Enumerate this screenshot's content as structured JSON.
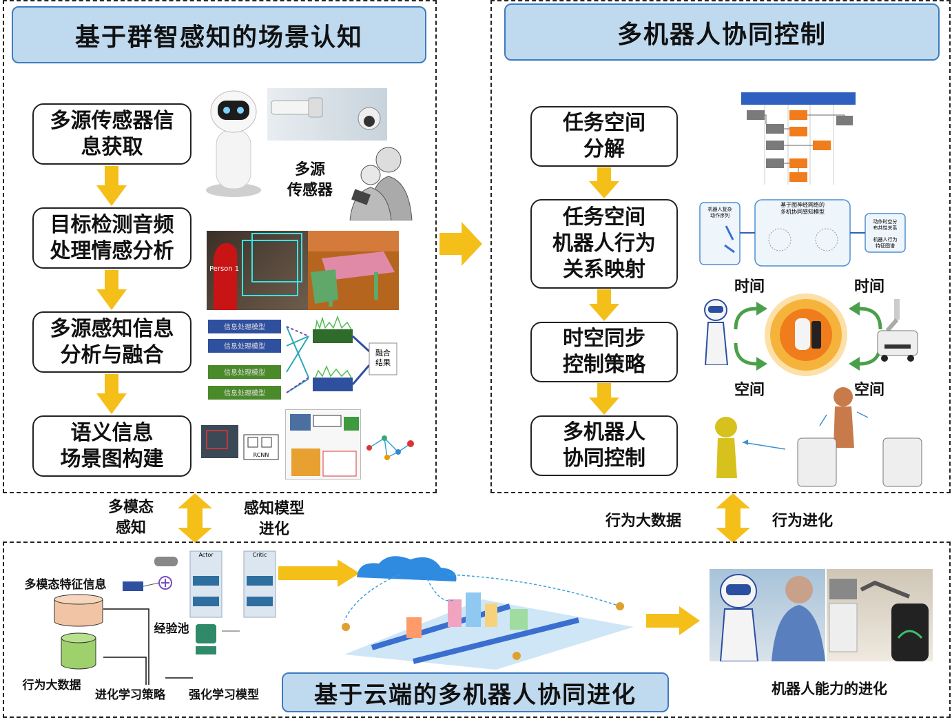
{
  "left_panel": {
    "title": "基于群智感知的场景认知",
    "steps": [
      "多源传感器信\n息获取",
      "目标检测音频\n处理情感分析",
      "多源感知信息\n分析与融合",
      "语义信息\n场景图构建"
    ],
    "sensor_label": "多源\n传感器",
    "person_label": "Person 1",
    "info_model_labels": [
      "信息处理模型",
      "信息处理模型",
      "信息处理模型",
      "信息处理模型"
    ],
    "fusion_label": "融合\n结果",
    "rcnn_label": "RCNN"
  },
  "right_panel": {
    "title": "多机器人协同控制",
    "steps": [
      "任务空间\n分解",
      "任务空间\n机器人行为\n关系映射",
      "时空同步\n控制策略",
      "多机器人\n协同控制"
    ],
    "time_labels": [
      "时间",
      "时间"
    ],
    "space_labels": [
      "空间",
      "空间"
    ],
    "gnn_title": "基于图神经网络的\n多机协同感知模型",
    "gnn_left": "机器人复杂\n动作序列",
    "gnn_right_top": "动作时空分\n布共性关系",
    "gnn_right_bottom": "机器人行为\n特征图谱"
  },
  "middle_labels": {
    "left_a": "多模态\n感知",
    "left_b": "感知模型\n进化",
    "right_a": "行为大数据",
    "right_b": "行为进化"
  },
  "bottom_panel": {
    "title": "基于云端的多机器人协同进化",
    "feature_info": "多模态特征信息",
    "experience_pool": "经验池",
    "behavior_big_data": "行为大数据",
    "evo_strategy": "进化学习策略",
    "rl_model": "强化学习模型",
    "ability_evolution": "机器人能力的进化",
    "actor": "Actor",
    "critic": "Critic"
  },
  "colors": {
    "arrow": "#f5bf1a",
    "title_fill": "#bfd9ef",
    "title_border": "#3d7bbf",
    "orange": "#f07c1b",
    "gray_box": "#7a7a7a",
    "blue_head": "#2f5fbf",
    "cloud": "#2f8be0"
  }
}
